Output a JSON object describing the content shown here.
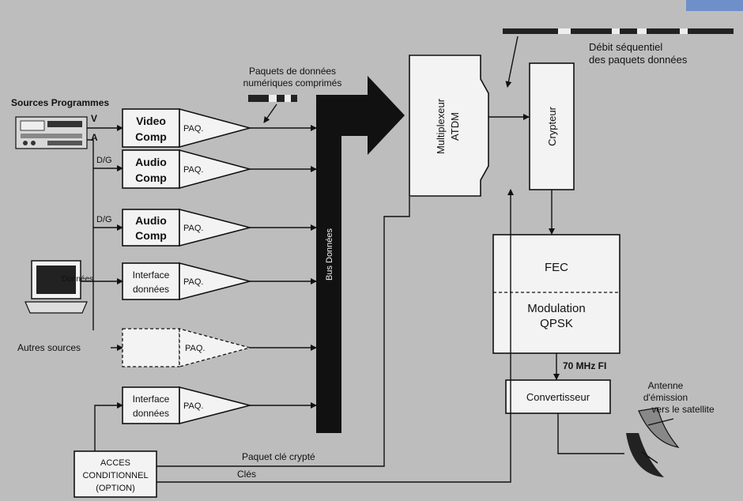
{
  "labels": {
    "sources_programmes": "Sources Programmes",
    "v": "V",
    "a": "A",
    "dg1": "D/G",
    "dg2": "D/G",
    "donnees": "Données",
    "autres_sources": "Autres sources",
    "paquets_title_line1": "Paquets de données",
    "paquets_title_line2": "numériques comprimés",
    "bus_donnees": "Bus Données",
    "debit_line1": "Débit séquentiel",
    "debit_line2": "des paquets données",
    "seventy_mhz": "70 MHz FI",
    "antenne_line1": "Antenne",
    "antenne_line2": "d'émission",
    "antenne_line3": "vers le satellite",
    "paquet_cle": "Paquet clé crypté",
    "cles": "Clés"
  },
  "blocks": {
    "video_comp_line1": "Video",
    "video_comp_line2": "Comp",
    "audio_comp1_line1": "Audio",
    "audio_comp1_line2": "Comp",
    "audio_comp2_line1": "Audio",
    "audio_comp2_line2": "Comp",
    "interface1_line1": "Interface",
    "interface1_line2": "données",
    "interface2_line1": "Interface",
    "interface2_line2": "données",
    "paq": "PAQ.",
    "multiplexeur_line1": "Multiplexeur",
    "multiplexeur_line2": "ATDM",
    "crypteur": "Crypteur",
    "fec": "FEC",
    "modulation_line1": "Modulation",
    "modulation_line2": "QPSK",
    "convertisseur": "Convertisseur",
    "acces_line1": "ACCES",
    "acces_line2": "CONDITIONNEL",
    "acces_line3": "(OPTION)"
  }
}
